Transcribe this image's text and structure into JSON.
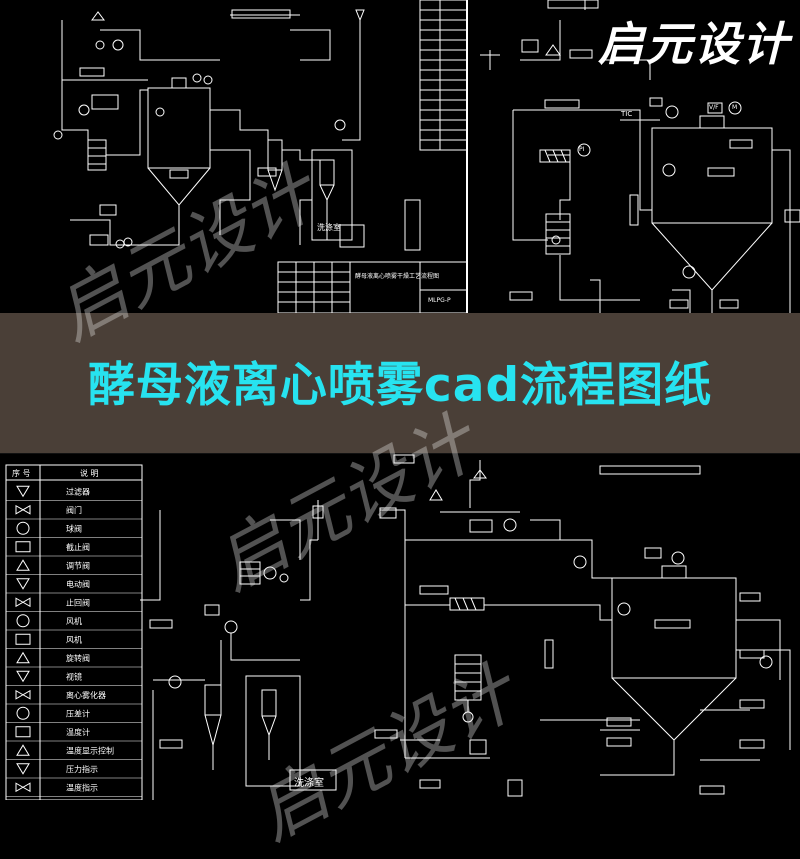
{
  "banner": {
    "title": "酵母液离心喷雾cad流程图纸",
    "title_color": "#27e3f0",
    "background": "#4a3f37"
  },
  "brand": {
    "label": "启元设计"
  },
  "watermark": {
    "text": "启元设计"
  },
  "drawing": {
    "line_color": "#ffffff",
    "background": "#000000",
    "tank_label": "洗涤室",
    "gauge_labels": [
      "PI",
      "TIC",
      "M",
      "V/F"
    ]
  },
  "legend": {
    "headers": [
      "序 号",
      "说 明"
    ],
    "items": [
      "过滤器",
      "阀门",
      "球阀",
      "截止阀",
      "调节阀",
      "电动阀",
      "止回阀",
      "风机",
      "风机",
      "旋转阀",
      "视镜",
      "离心雾化器",
      "压差计",
      "温度计",
      "温度显示控制",
      "压力指示",
      "温度指示"
    ]
  }
}
